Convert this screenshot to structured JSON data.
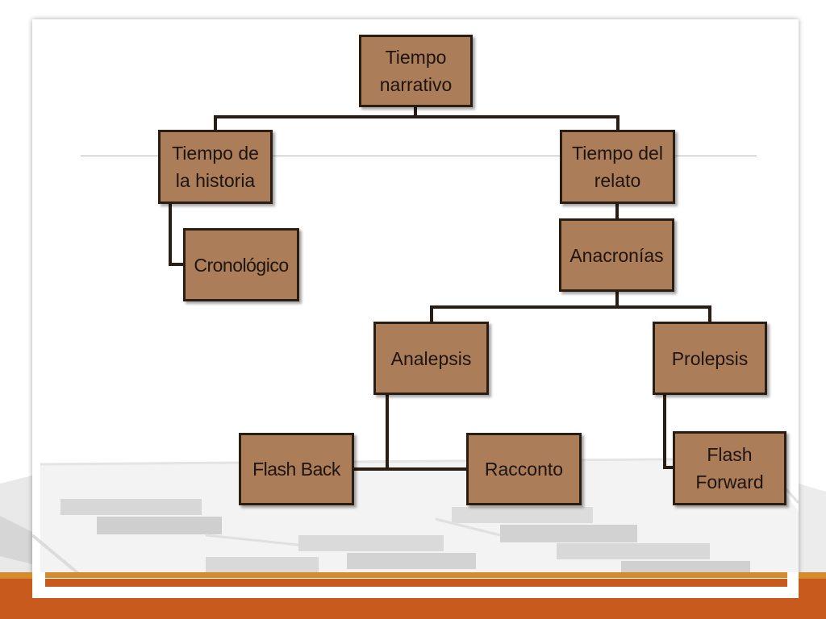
{
  "diagram": {
    "root": {
      "label": "Tiempo\nnarrativo"
    },
    "story_time": {
      "label": "Tiempo de\nla historia"
    },
    "chronological": {
      "label": "Cronológico"
    },
    "discourse_time": {
      "label": "Tiempo del\nrelato"
    },
    "anachronies": {
      "label": "Anacronías"
    },
    "analepsis": {
      "label": "Analepsis"
    },
    "prolepsis": {
      "label": "Prolepsis"
    },
    "flash_back": {
      "label": "Flash Back"
    },
    "racconto": {
      "label": "Racconto"
    },
    "flash_forward": {
      "label": "Flash\nForward"
    }
  },
  "colors": {
    "node_fill": "#ab7d58",
    "node_border": "#2a1d14",
    "accent_orange": "#d48a2d",
    "accent_rust": "#c85a1e"
  }
}
